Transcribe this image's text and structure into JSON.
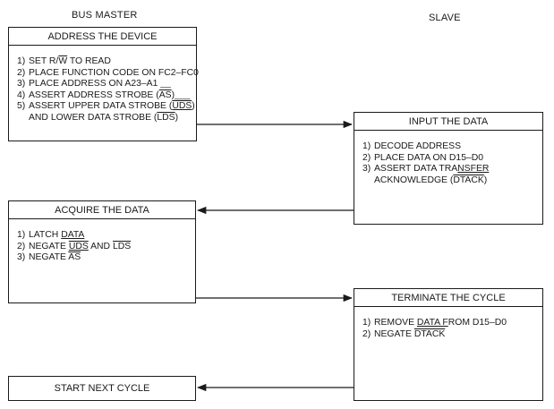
{
  "columns": {
    "master": "BUS MASTER",
    "slave": "SLAVE"
  },
  "boxes": {
    "address": {
      "title": "ADDRESS THE DEVICE",
      "items": [
        {
          "num": "1)",
          "parts": [
            {
              "t": "SET R/"
            },
            {
              "t": "W",
              "s": "ol"
            },
            {
              "t": " TO READ"
            }
          ]
        },
        {
          "num": "2)",
          "parts": [
            {
              "t": "PLACE FUNCTION CODE ON FC2–FC0"
            }
          ]
        },
        {
          "num": "3)",
          "parts": [
            {
              "t": "PLACE ADDRESS ON A23–A1 __"
            }
          ]
        },
        {
          "num": "4)",
          "parts": [
            {
              "t": "ASSERT ADDRESS STROBE ("
            },
            {
              "t": "AS",
              "s": "ol"
            },
            {
              "t": ")___"
            }
          ]
        },
        {
          "num": "5)",
          "parts": [
            {
              "t": "ASSERT UPPER DATA STROBE ("
            },
            {
              "t": "UDS",
              "s": "ulo"
            },
            {
              "t": ")"
            }
          ]
        },
        {
          "num": "",
          "parts": [
            {
              "t": "AND LOWER DATA STROBE ("
            },
            {
              "t": "LDS",
              "s": "ol"
            },
            {
              "t": ")"
            }
          ]
        }
      ]
    },
    "input": {
      "title": "INPUT THE DATA",
      "items": [
        {
          "num": "1)",
          "parts": [
            {
              "t": "DECODE ADDRESS"
            }
          ]
        },
        {
          "num": "2)",
          "parts": [
            {
              "t": "PLACE DATA ON D15–D0"
            }
          ]
        },
        {
          "num": "3)",
          "parts": [
            {
              "t": "ASSERT DATA TRA"
            },
            {
              "t": "NSFER",
              "s": "ul"
            }
          ]
        },
        {
          "num": "",
          "parts": [
            {
              "t": "ACKNOWLEDGE ("
            },
            {
              "t": "DTACK",
              "s": "ol"
            },
            {
              "t": ")"
            }
          ]
        }
      ]
    },
    "acquire": {
      "title": "ACQUIRE THE DATA",
      "items": [
        {
          "num": "1)",
          "parts": [
            {
              "t": "LATCH "
            },
            {
              "t": "DATA",
              "s": "ul"
            }
          ]
        },
        {
          "num": "2)",
          "parts": [
            {
              "t": "NEGATE "
            },
            {
              "t": "UDS",
              "s": "ulo"
            },
            {
              "t": " AND "
            },
            {
              "t": "LDS",
              "s": "ol"
            }
          ]
        },
        {
          "num": "3)",
          "parts": [
            {
              "t": "NEGATE "
            },
            {
              "t": "AS",
              "s": "ol"
            }
          ]
        }
      ]
    },
    "terminate": {
      "title": "TERMINATE THE CYCLE",
      "items": [
        {
          "num": "1)",
          "parts": [
            {
              "t": "REMOVE "
            },
            {
              "t": "DATA F",
              "s": "ul"
            },
            {
              "t": "ROM  D15–D0"
            }
          ]
        },
        {
          "num": "2)",
          "parts": [
            {
              "t": "NEGATE "
            },
            {
              "t": "DTACK",
              "s": "ol"
            }
          ]
        }
      ]
    },
    "next": {
      "title": "START NEXT CYCLE"
    }
  }
}
